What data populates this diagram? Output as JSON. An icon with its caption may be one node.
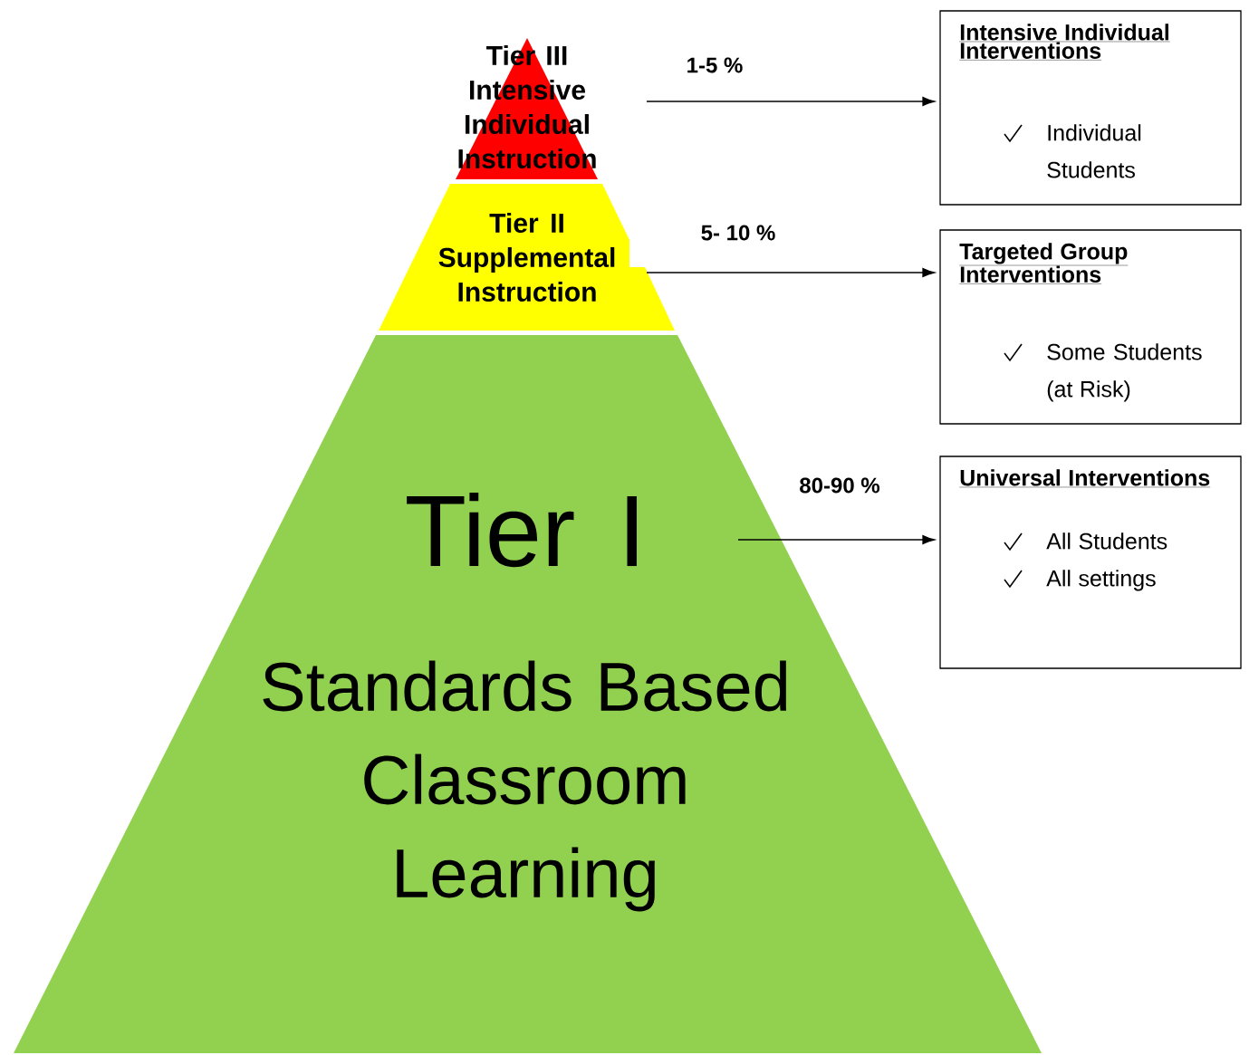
{
  "diagram": {
    "nodes": [
      {
        "text": [
          "Tier III Intensive Individual Instruction"
        ]
      },
      {
        "text": [
          "Tier II Supplemental Instruction"
        ]
      },
      {
        "text": [
          "Tier I",
          "Standards Based Classroom Learning"
        ]
      },
      {
        "text": [
          "Intensive Individual Interventions",
          "Individual Students"
        ]
      },
      {
        "text": [
          "Targeted Group Interventions",
          "Some Students (at Risk)"
        ]
      },
      {
        "text": [
          "Universal Interventions",
          "All Students",
          "All settings"
        ]
      }
    ],
    "edges": [
      {
        "from": 0,
        "to": 3,
        "arrow": "to",
        "label": "1-5 %"
      },
      {
        "from": 1,
        "to": 4,
        "arrow": "to",
        "label": "5- 10 %"
      },
      {
        "from": 2,
        "to": 5,
        "arrow": "to",
        "label": "80-90 %"
      }
    ]
  }
}
